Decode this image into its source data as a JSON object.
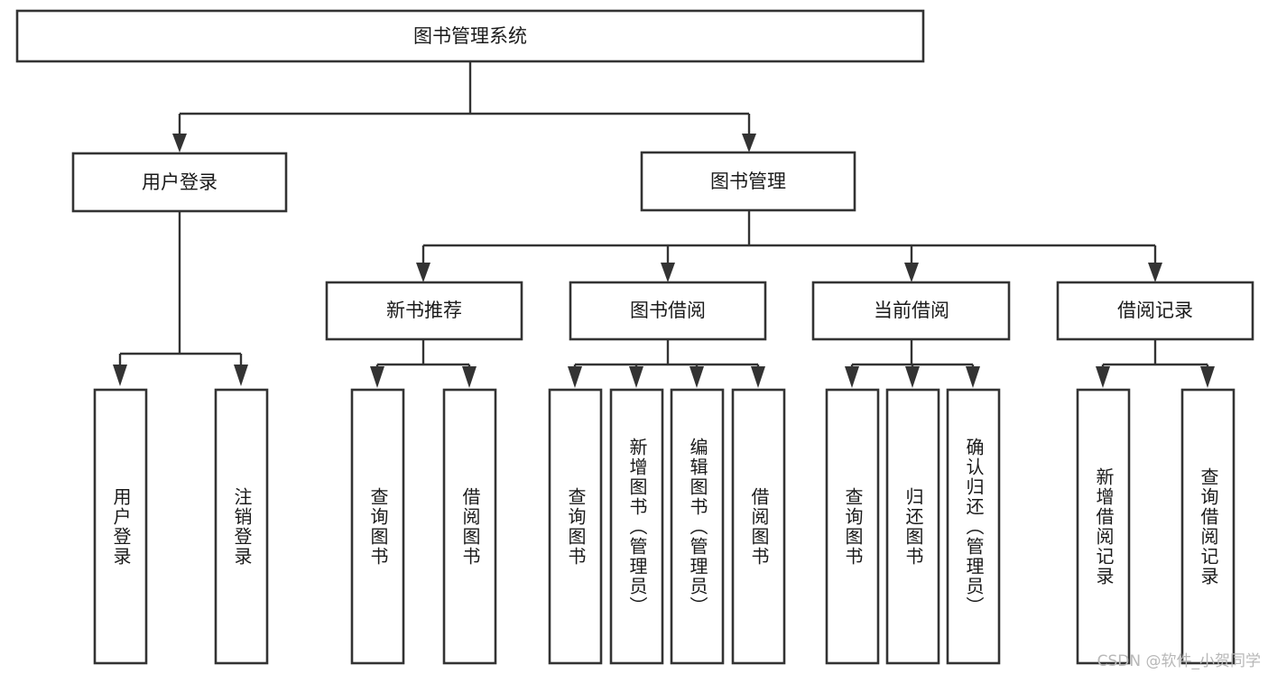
{
  "diagram": {
    "type": "tree-hierarchy",
    "title": "图书管理系统",
    "root": {
      "label": "图书管理系统",
      "level": 1
    },
    "level2": [
      {
        "label": "用户登录"
      },
      {
        "label": "图书管理"
      }
    ],
    "level3": [
      {
        "label": "新书推荐",
        "parent": "图书管理"
      },
      {
        "label": "图书借阅",
        "parent": "图书管理"
      },
      {
        "label": "当前借阅",
        "parent": "图书管理"
      },
      {
        "label": "借阅记录",
        "parent": "图书管理"
      }
    ],
    "leaves": {
      "user_login": [
        {
          "label": "用户登录"
        },
        {
          "label": "注销登录"
        }
      ],
      "new_book_recommend": [
        {
          "label": "查询图书"
        },
        {
          "label": "借阅图书"
        }
      ],
      "book_borrow": [
        {
          "label": "查询图书"
        },
        {
          "label": "新增图书（管理员）"
        },
        {
          "label": "编辑图书（管理员）"
        },
        {
          "label": "借阅图书"
        }
      ],
      "current_borrow": [
        {
          "label": "查询图书"
        },
        {
          "label": "归还图书"
        },
        {
          "label": "确认归还（管理员）"
        }
      ],
      "borrow_record": [
        {
          "label": "新增借阅记录"
        },
        {
          "label": "查询借阅记录"
        }
      ]
    },
    "colors": {
      "stroke": "#333333",
      "fill": "#ffffff",
      "text": "#1a1a1a",
      "watermark": "#b8b8b8"
    }
  },
  "watermark": {
    "text": "CSDN @软件_小贺同学"
  }
}
